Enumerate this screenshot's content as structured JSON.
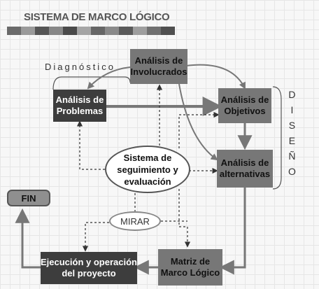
{
  "title": "SISTEMA DE MARCO LÓGICO",
  "nodes": {
    "involucrados": "Análisis de\nInvolucrados",
    "problemas": "Análisis de\nProblemas",
    "objetivos": "Análisis de\nObjetivos",
    "alternativas": "Análisis de\nalternativas",
    "seguimiento": "Sistema de\nseguimiento y\nevaluación",
    "matriz": "Matriz de\nMarco Lógico",
    "ejecucion": "Ejecución y operación\ndel proyecto",
    "fin": "FIN",
    "mirar": "MIRAR"
  },
  "labels": {
    "diagnostico": "Diagnóstico",
    "diseno": [
      "D",
      "I",
      "S",
      "E",
      "Ñ",
      "O"
    ]
  },
  "colors": {
    "dark_box": "#3d3d3d",
    "mid_box": "#777777",
    "arrow": "#777777"
  }
}
